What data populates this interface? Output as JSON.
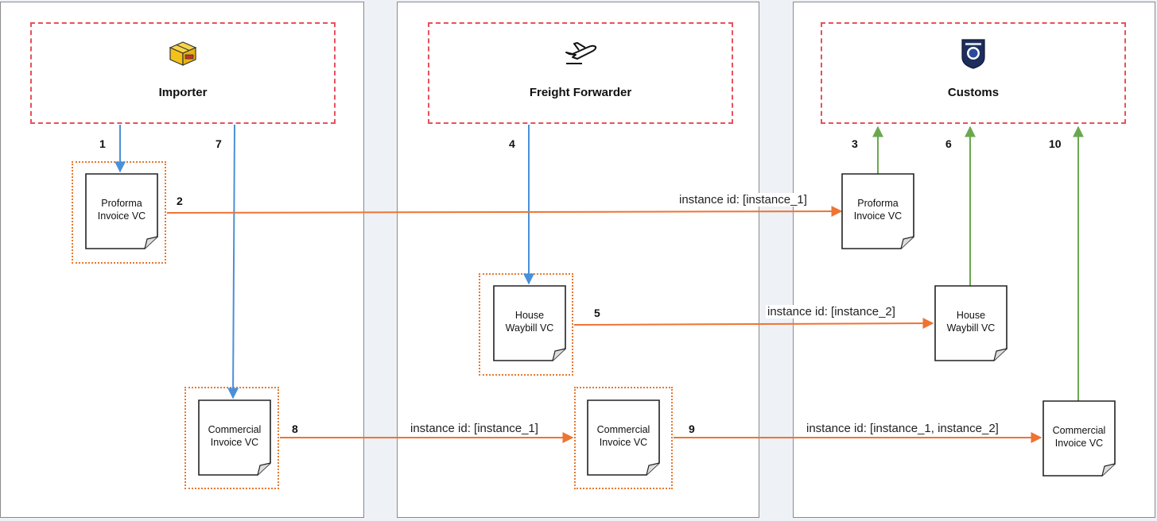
{
  "lanes": [
    {
      "id": "importer",
      "actor": "Importer",
      "icon": "package-icon"
    },
    {
      "id": "forwarder",
      "actor": "Freight Forwarder",
      "icon": "airplane-icon"
    },
    {
      "id": "customs",
      "actor": "Customs",
      "icon": "customs-badge-icon"
    }
  ],
  "documents": {
    "importer_proforma": "Proforma\nInvoice VC",
    "importer_commercial": "Commercial\nInvoice VC",
    "forwarder_waybill": "House\nWaybill VC",
    "forwarder_commercial": "Commercial\nInvoice VC",
    "customs_proforma": "Proforma\nInvoice VC",
    "customs_waybill": "House\nWaybill VC",
    "customs_commercial": "Commercial\nInvoice VC"
  },
  "steps": [
    "1",
    "2",
    "3",
    "4",
    "5",
    "6",
    "7",
    "8",
    "9",
    "10"
  ],
  "edge_labels": {
    "e2": "instance id: [instance_1]",
    "e5": "instance id: [instance_2]",
    "e8": "instance id: [instance_1]",
    "e9": "instance id: [instance_1, instance_2]"
  },
  "colors": {
    "issue": "#4a90d9",
    "share": "#ee7433",
    "verify": "#6aa84f",
    "actor_border": "#e8505b",
    "group_border": "#e8782f"
  }
}
